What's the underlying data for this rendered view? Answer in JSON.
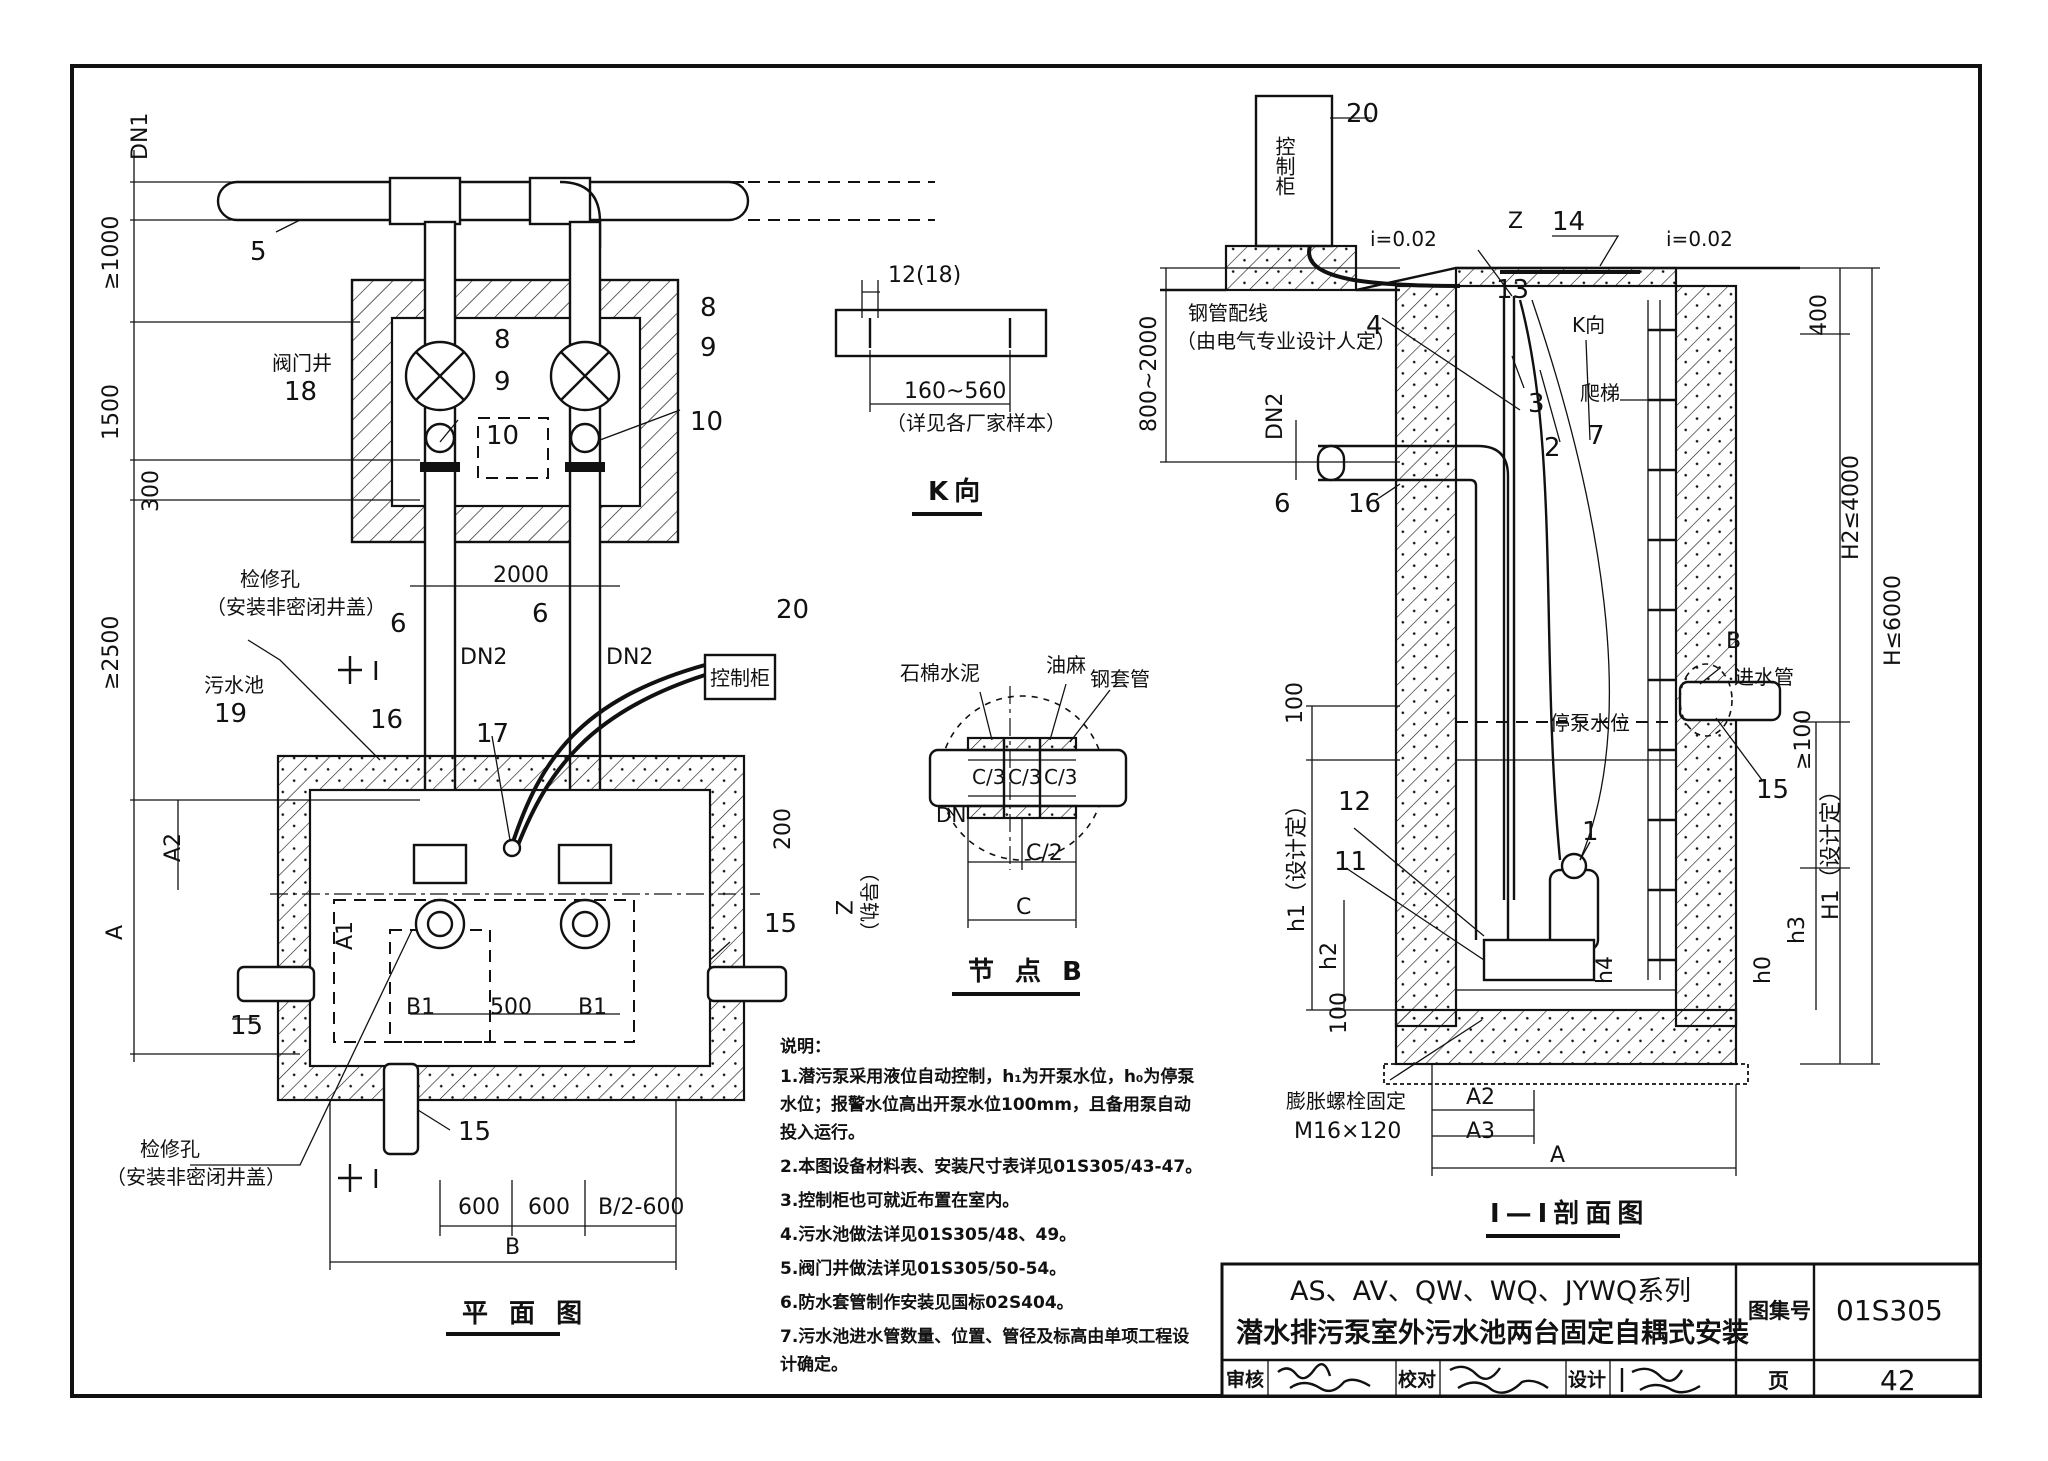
{
  "plan": {
    "title": "平 面 图",
    "dims": {
      "dn1": "DN1",
      "top_clear": "≥1000",
      "valve_well": "1500",
      "d300": "300",
      "pit_gap": "≥2500",
      "width_2000": "2000",
      "dn2_left": "DN2",
      "dn2_right": "DN2",
      "a2": "A2",
      "a": "A",
      "a1": "A1",
      "b1_left": "B1",
      "b1_right": "B1",
      "d500": "500",
      "d200": "200",
      "d600_a": "600",
      "d600_b": "600",
      "b2_600": "B/2-600",
      "b": "B"
    },
    "labels": {
      "valve_well_name": "阀门井",
      "valve_well_no": "18",
      "pit_name": "污水池",
      "pit_no": "19",
      "inspection_hole_1": "检修孔",
      "inspection_hole_1_note": "（安装非密闭井盖）",
      "inspection_hole_2": "检修孔",
      "inspection_hole_2_note": "（安装非密闭井盖）",
      "control_cabinet": "控制柜",
      "z_label": "Z",
      "z_note": "（导轨）",
      "section_top": "I",
      "section_bottom": "I"
    },
    "callouts": [
      "5",
      "8",
      "8",
      "9",
      "9",
      "10",
      "10",
      "6",
      "6",
      "16",
      "17",
      "20",
      "15",
      "15",
      "15"
    ]
  },
  "k_view": {
    "title": "K向",
    "dim_top": "12(18)",
    "dim_bottom": "160~560",
    "note": "（详见各厂家样本）"
  },
  "node_b": {
    "title": "节 点 B",
    "labels": {
      "asbestos_cement": "石棉水泥",
      "oakum": "油麻",
      "steel_sleeve": "钢套管",
      "dn": "DN"
    },
    "segments": [
      "C/3",
      "C/3",
      "C/3"
    ],
    "dim_half": "C/2",
    "dim_c": "C"
  },
  "section": {
    "title": "I—I剖面图",
    "labels": {
      "cabinet": "控制柜",
      "slope_left": "i=0.02",
      "slope_right": "i=0.02",
      "z": "Z",
      "k_dir": "K向",
      "cable": "钢管配线",
      "cable_note": "（由电气专业设计人定）",
      "ladder": "爬梯",
      "b": "B",
      "inlet": "进水管",
      "stop_level": "停泵水位",
      "anchor": "膨胀螺栓固定",
      "anchor_size": "M16×120"
    },
    "dims": {
      "depth_range": "800~2000",
      "dn2": "DN2",
      "d400": "400",
      "h2": "H2≤4000",
      "h": "H≤6000",
      "d100_top": "100",
      "h1": "h1（设计定）",
      "h_h2": "h2",
      "d100_bottom": "100",
      "ge100": "≥100",
      "H1": "H1（设计定）",
      "h3": "h3",
      "h0": "h0",
      "h4": "h4",
      "a2": "A2",
      "a3": "A3",
      "a": "A"
    },
    "callouts": [
      "20",
      "14",
      "13",
      "4",
      "3",
      "2",
      "7",
      "6",
      "16",
      "12",
      "11",
      "1",
      "15"
    ]
  },
  "notes": {
    "heading": "说明：",
    "items": [
      "1.潜污泵采用液位自动控制，h₁为开泵水位，h₀为停泵",
      "   水位；报警水位高出开泵水位100mm，且备用泵自动",
      "   投入运行。",
      "2.本图设备材料表、安装尺寸表详见01S305/43-47。",
      "3.控制柜也可就近布置在室内。",
      "4.污水池做法详见01S305/48、49。",
      "5.阀门井做法详见01S305/50-54。",
      "6.防水套管制作安装见国标02S404。",
      "7.污水池进水管数量、位置、管径及标高由单项工程设",
      "   计确定。"
    ]
  },
  "title_block": {
    "line1": "AS、AV、QW、WQ、JYWQ系列",
    "line2": "潜水排污泵室外污水池两台固定自耦式安装",
    "atlas_label": "图集号",
    "atlas_no": "01S305",
    "review_label": "审核",
    "check_label": "校对",
    "design_label": "设计",
    "page_label": "页",
    "page_no": "42"
  }
}
